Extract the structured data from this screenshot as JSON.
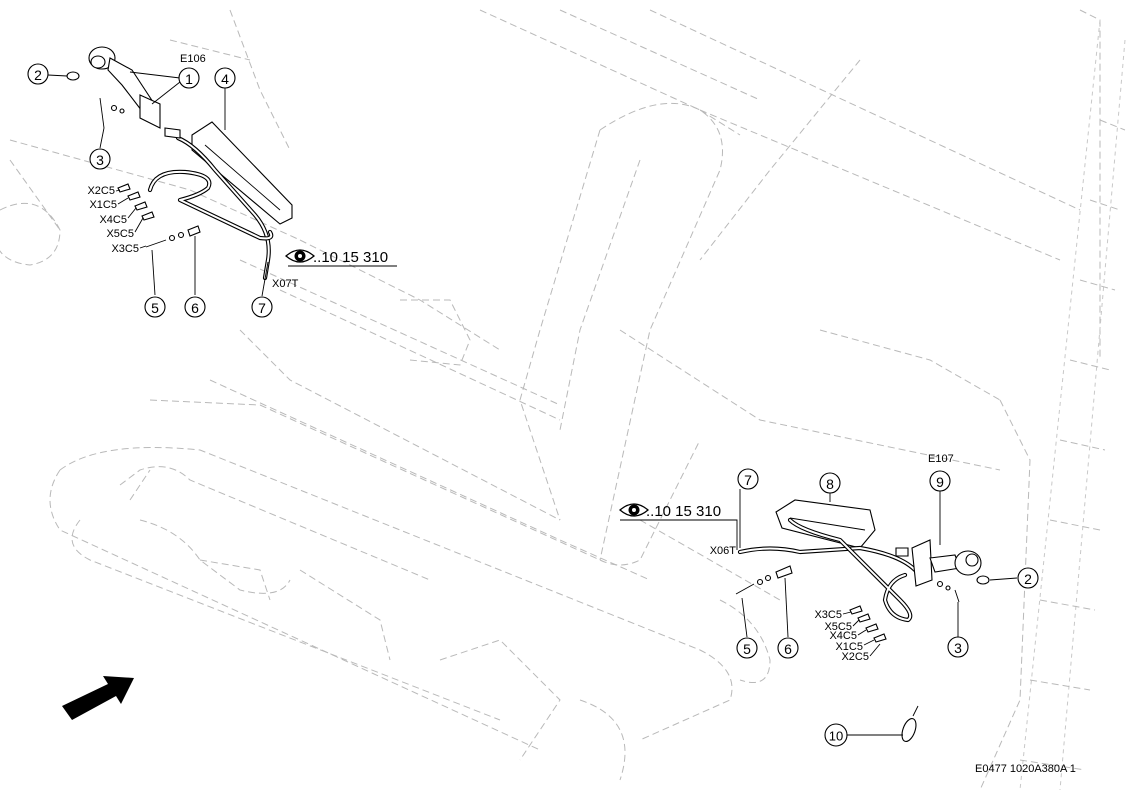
{
  "lamp_left": {
    "ref": "E106"
  },
  "lamp_right": {
    "ref": "E107"
  },
  "see_reference": {
    "text": "..10 15 310"
  },
  "connector_left": "X07T",
  "connector_right": "X06T",
  "wire_connectors_left": [
    "X2C5",
    "X1C5",
    "X4C5",
    "X5C5",
    "X3C5"
  ],
  "wire_connectors_right": [
    "X3C5",
    "X5C5",
    "X4C5",
    "X1C5",
    "X2C5"
  ],
  "balloons_left": [
    "1",
    "2",
    "3",
    "4",
    "5",
    "6",
    "7"
  ],
  "balloons_right": [
    "7",
    "8",
    "9",
    "2",
    "3",
    "5",
    "6",
    "10"
  ],
  "drawing_code": "E0477 1020A380A 1"
}
